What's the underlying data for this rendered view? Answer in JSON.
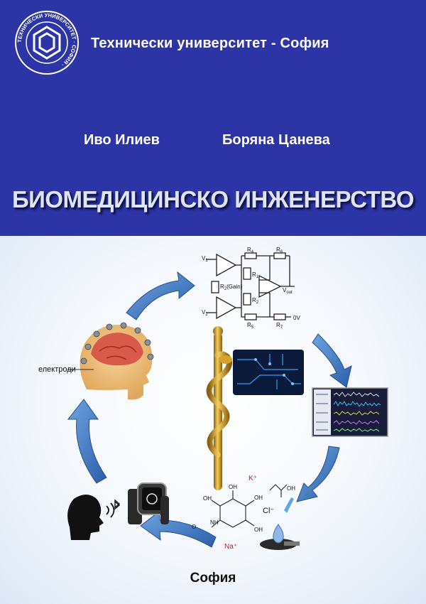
{
  "cover": {
    "university": "Технически университет - София",
    "logo_ring_text": "ТЕХНИЧЕСКИ УНИВЕРСИТЕТ · СОФИЯ ·",
    "authors": [
      "Иво Илиев",
      "Боряна Цанева"
    ],
    "title": "БИОМЕДИЦИНСКО ИНЖЕНЕРСТВО",
    "city": "София"
  },
  "illustration": {
    "electrodes_label": "електроди",
    "circuit_labels": {
      "v1": "V",
      "v1_sub": "1",
      "v2": "V",
      "v2_sub": "2",
      "r1": "R",
      "r1_sub": "1",
      "r2": "R",
      "r2_sub": "2",
      "r_gain": "R",
      "r_gain_suffix": "(Gain)",
      "r_gain_sub": "2",
      "r4": "R",
      "r4_sub": "4",
      "r5": "R",
      "r5_sub": "5",
      "r6": "R",
      "r6_sub": "6",
      "r7": "R",
      "r7_sub": "7",
      "vout": "V",
      "vout_sub": "out",
      "zero_volt": "0V"
    },
    "chem_labels": {
      "k_plus": "K⁺",
      "cl_minus": "Cl⁻",
      "na_plus": "Na⁺",
      "oh": "OH",
      "nh": "NH",
      "o": "O"
    }
  },
  "colors": {
    "band_blue": "#2d34a6",
    "arrow_blue": "#3d7bc8",
    "gold": "#d4a52b"
  }
}
